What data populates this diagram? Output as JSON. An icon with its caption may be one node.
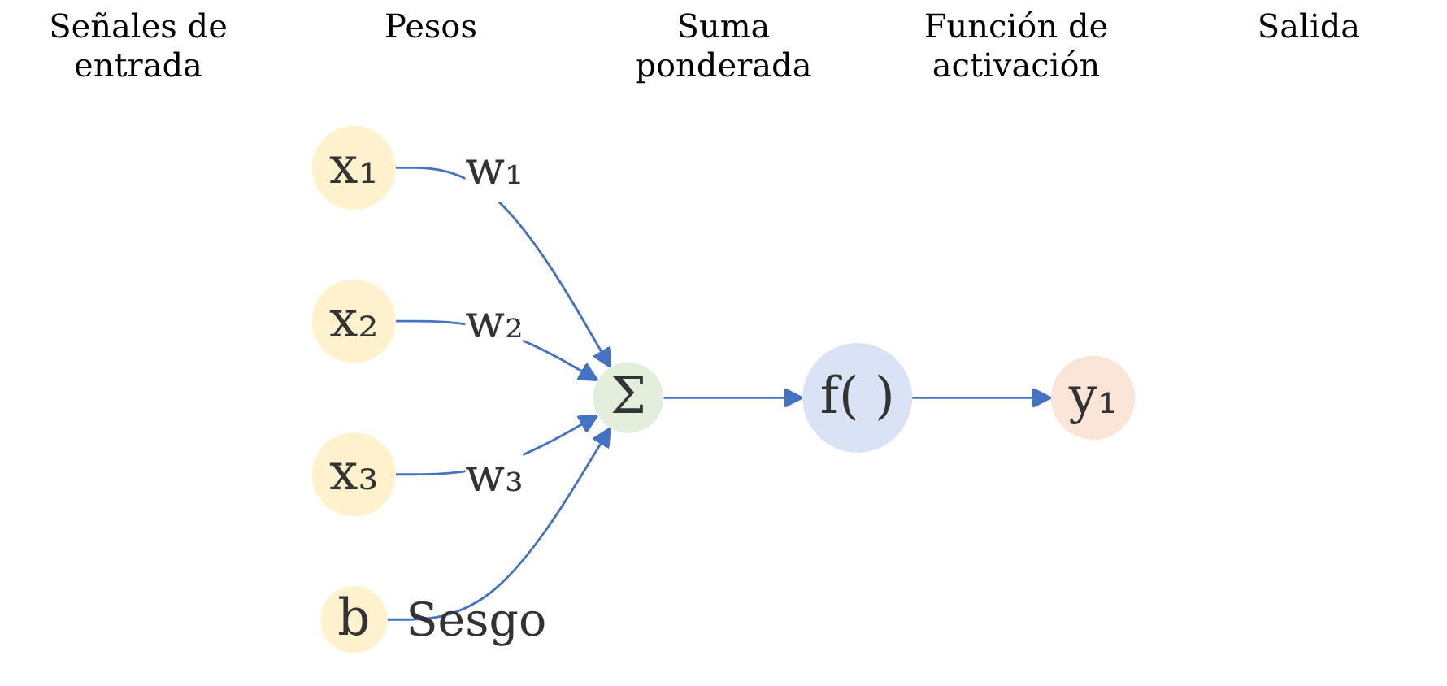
{
  "diagram": {
    "nodes": [
      {
        "text": [
          "x₁"
        ]
      },
      {
        "text": [
          "x₂"
        ]
      },
      {
        "text": [
          "x₃"
        ]
      },
      {
        "text": [
          "Σ"
        ]
      },
      {
        "text": [
          "b"
        ],
        "beside": [
          "Sesgo"
        ]
      },
      {
        "text": [
          "f( )"
        ]
      },
      {
        "text": [
          "y₁"
        ]
      }
    ],
    "edges": [
      {
        "from": 0,
        "to": 3,
        "arrow": "to",
        "label": "w₁"
      },
      {
        "from": 1,
        "to": 3,
        "arrow": "to",
        "label": "w₂"
      },
      {
        "from": 2,
        "to": 3,
        "arrow": "to",
        "label": "w₃"
      },
      {
        "from": 4,
        "to": 3,
        "arrow": "to"
      },
      {
        "from": 3,
        "to": 5,
        "arrow": "to"
      },
      {
        "from": 5,
        "to": 6,
        "arrow": "to"
      }
    ],
    "labels": [
      "Señales de entrada",
      "Pesos",
      "Suma ponderada",
      "Función de activación",
      "Salida"
    ]
  }
}
